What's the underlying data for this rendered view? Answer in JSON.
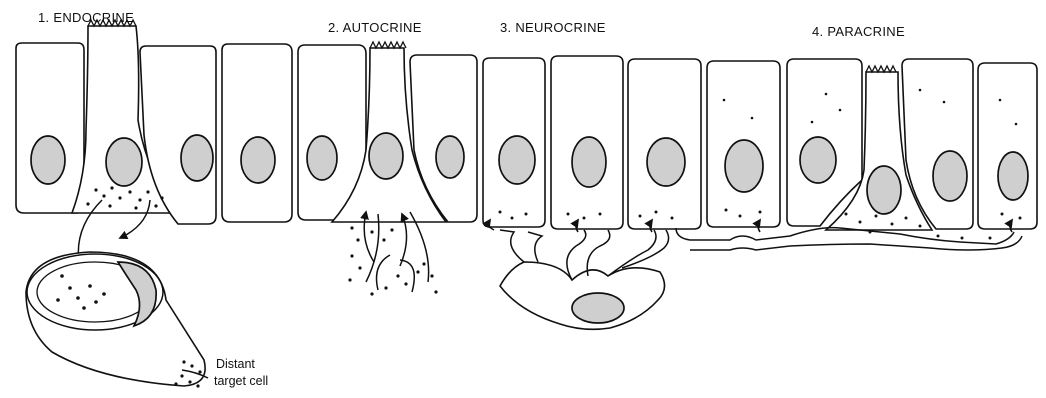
{
  "labels": {
    "endocrine": "1. ENDOCRINE",
    "autocrine": "2. AUTOCRINE",
    "neurocrine": "3. NEUROCRINE",
    "paracrine": "4. PARACRINE",
    "distant_line1": "Distant",
    "distant_line2": "target cell"
  },
  "colors": {
    "ink": "#111111",
    "nucleus_fill": "#cfcfcf",
    "background": "#ffffff"
  }
}
